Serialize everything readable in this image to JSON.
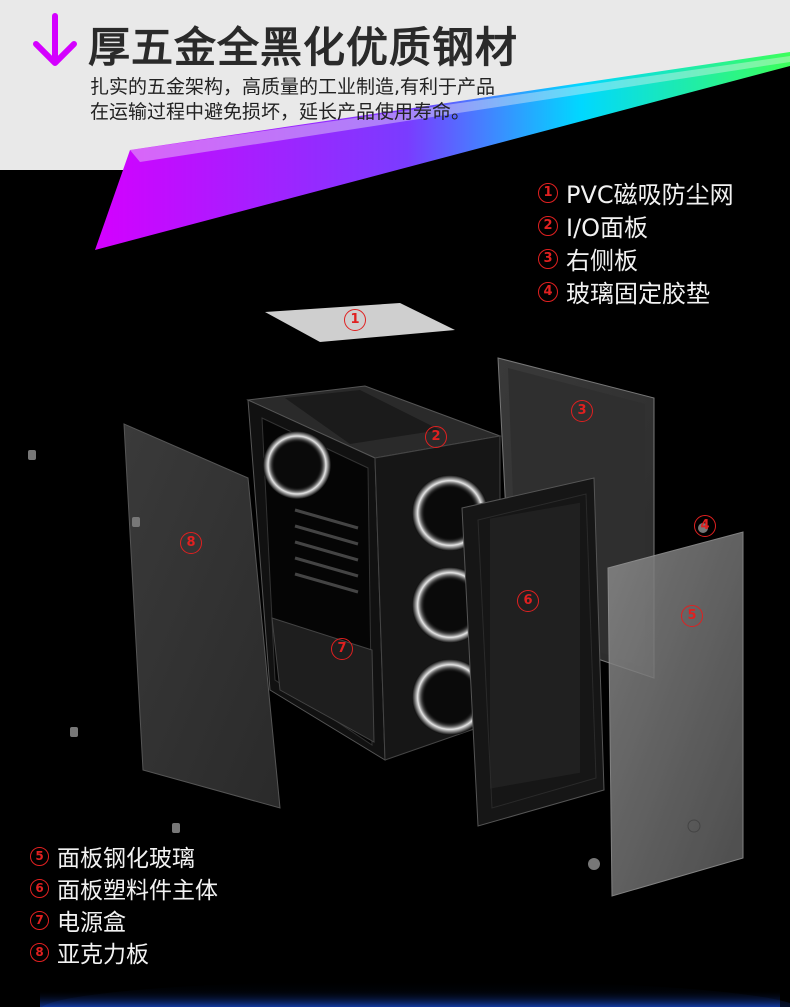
{
  "header": {
    "title": "厚五金全黑化优质钢材",
    "subtitle_line1": "扎实的五金架构，高质量的工业制造,有利于产品",
    "subtitle_line2": "在运输过程中避免损坏，延长产品使用寿命。"
  },
  "legend_top_right": [
    {
      "num": "1",
      "label": "PVC磁吸防尘网"
    },
    {
      "num": "2",
      "label": "I/O面板"
    },
    {
      "num": "3",
      "label": "右侧板"
    },
    {
      "num": "4",
      "label": "玻璃固定胶垫"
    }
  ],
  "legend_bottom_left": [
    {
      "num": "5",
      "label": "面板钢化玻璃"
    },
    {
      "num": "6",
      "label": "面板塑料件主体"
    },
    {
      "num": "7",
      "label": "电源盒"
    },
    {
      "num": "8",
      "label": "亚克力板"
    }
  ],
  "callouts": {
    "c1": "1",
    "c2": "2",
    "c3": "3",
    "c4": "4",
    "c5": "5",
    "c6": "6",
    "c7": "7",
    "c8": "8"
  },
  "colors": {
    "background": "#000000",
    "banner": "#e8e8e8",
    "accent_red": "#e02020",
    "gradient_magenta": "#d400ff",
    "gradient_cyan": "#00d8ff",
    "gradient_green": "#3cff5a"
  }
}
